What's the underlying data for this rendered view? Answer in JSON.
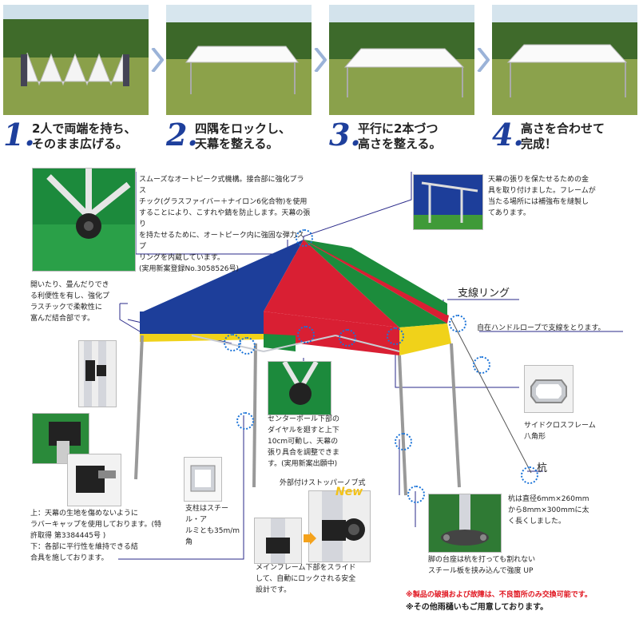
{
  "steps": [
    {
      "num": "1.",
      "text": "2人で両端を持ち、\nそのまま広げる。"
    },
    {
      "num": "2.",
      "text": "四隅をロックし、\n天幕を整える。"
    },
    {
      "num": "3.",
      "text": "平行に2本づつ\n高さを整える。"
    },
    {
      "num": "4.",
      "text": "高さを合わせて\n完成！"
    }
  ],
  "notes": {
    "peak": "スムーズなオートピーク式機構。接合部に強化プラス\nチック(グラスファイバー＋ナイロン6化合物)を使用\nすることにより、こすれや錆を防止します。天幕の張り\nを持たせるために、オートピーク内に強固な弾力スプ\nリングを内蔵しています。\n(実用新案登録No.3058526号)",
    "reinforce": "天幕の張りを保たせるための金\n具を取り付けました。フレームが\n当たる場所には補強布を縫製し\nてあります。",
    "joint": "開いたり、畳んだりでき\nる利便性を有し、強化プ\nラスチックで柔軟性に\n富んだ結合部です。",
    "guy_ring": "支線リング",
    "guy_rope": "自在ハンドルロープで支線をとります。",
    "side_frame": "サイドクロスフレーム\n八角形",
    "center_pole": "センターポール下部の\nダイヤルを廻すと上下\n10cm可動し、天幕の\n張り具合を調整できま\nす。(実用新案出願中)",
    "pillar": "支柱はスチール・ア\nルミとも35m/m角",
    "stopper_title": "外部付けストッパーノブ式",
    "new_badge": "New",
    "stopper": "メインフレーム下部をスライド\nして、自動にロックされる安全\n設計です。",
    "stake_title": "杭",
    "stake": "杭は直径6mm×260mm\nから8mm×300mmに太\nく長くしました。",
    "base": "脚の台座は杭を打っても割れない\nスチール板を挟み込んで強度 UP",
    "cap": "上：天幕の生地を傷めないように\nラバーキャップを使用しております。(特許取得 第3384445号 )\n下：各部に平行性を維持できる結\n合具を施しております。",
    "warn1": "※製品の破損および故障は、不良箇所のみ交換可能です。",
    "warn2": "※その他雨樋いもご用意しております。"
  },
  "colors": {
    "accent": "#1e3f9c",
    "dot": "#1a73d8",
    "warn": "#e0141e"
  }
}
